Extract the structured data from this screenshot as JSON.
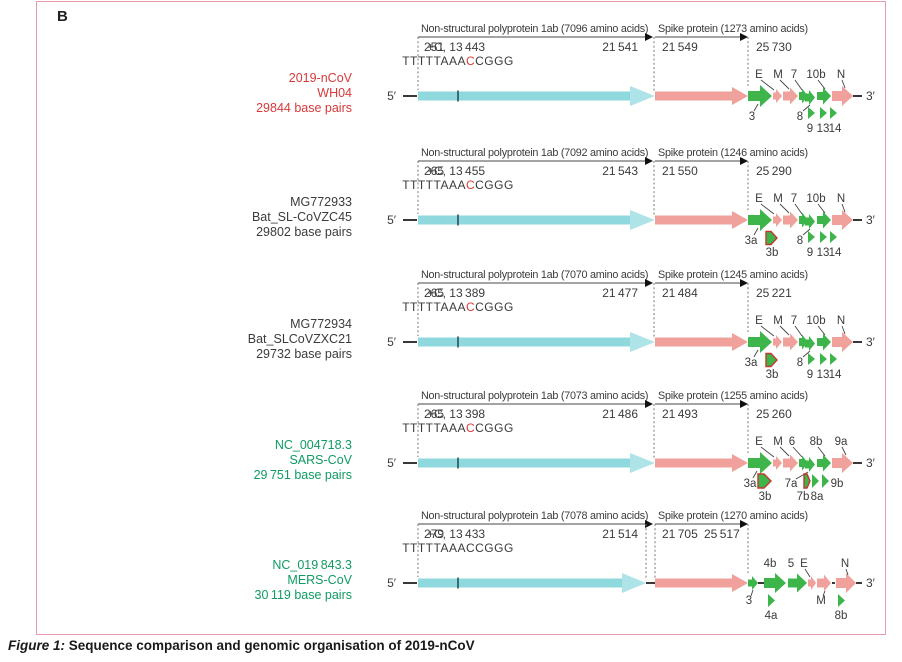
{
  "panel_label": "B",
  "caption": {
    "prefix": "Figure 1:",
    "text": " Sequence comparison and genomic organisation of 2019-nCoV"
  },
  "colors": {
    "red_text": "#d8393b",
    "green_text": "#0f9b62",
    "dark_text": "#3b3b3b",
    "genome_bar_blue": "#8ed8de",
    "spike_pink": "#f0a19b",
    "accessory_green": "#3db54a",
    "red_outline": "#c0392b",
    "border_pink": "#e79cae"
  },
  "rows": [
    {
      "name_lines": [
        "2019-nCoV",
        "WH04",
        "29844 base pairs"
      ],
      "name_color": "#d8393b",
      "five_prime": "5′",
      "three_prime": "3′",
      "nsp_label": "Non-structural polyprotein 1ab (7096 amino acids)",
      "nsp_start": "251",
      "plus_c": "+C, 13 443",
      "seq_before": "TTTTTAAA",
      "seq_red": "C",
      "seq_after": "CGGG",
      "nsp_end": "21 541",
      "spike_label": "Spike protein (1273 amino acids)",
      "spike_start": "21 549",
      "spike_end": "25 730",
      "genes": {
        "g3": "3",
        "E": "E",
        "M": "M",
        "g7": "7",
        "g8": "8",
        "g10b": "10b",
        "N": "N",
        "g9": "9",
        "g13": "13",
        "g14": "14"
      }
    },
    {
      "name_lines": [
        "MG772933",
        "Bat_SL-CoVZC45",
        "29802 base pairs"
      ],
      "name_color": "#3b3b3b",
      "five_prime": "5′",
      "three_prime": "3′",
      "nsp_label": "Non-structural polyprotein 1ab (7092 amino acids)",
      "nsp_start": "265",
      "plus_c": "+C, 13 455",
      "seq_before": "TTTTTAAA",
      "seq_red": "C",
      "seq_after": "CGGG",
      "nsp_end": "21 543",
      "spike_label": "Spike protein (1246 amino acids)",
      "spike_start": "21 550",
      "spike_end": "25 290",
      "genes": {
        "g3a": "3a",
        "g3b": "3b",
        "E": "E",
        "M": "M",
        "g7": "7",
        "g8": "8",
        "g10b": "10b",
        "N": "N",
        "g9": "9",
        "g13": "13",
        "g14": "14"
      }
    },
    {
      "name_lines": [
        "MG772934",
        "Bat_SLCoVZXC21",
        "29732 base pairs"
      ],
      "name_color": "#3b3b3b",
      "five_prime": "5′",
      "three_prime": "3′",
      "nsp_label": "Non-structural polyprotein 1ab (7070 amino acids)",
      "nsp_start": "265",
      "plus_c": "+C, 13 389",
      "seq_before": "TTTTTAAA",
      "seq_red": "C",
      "seq_after": "CGGG",
      "nsp_end": "21 477",
      "spike_label": "Spike protein (1245 amino acids)",
      "spike_start": "21 484",
      "spike_end": "25 221",
      "genes": {
        "g3a": "3a",
        "g3b": "3b",
        "E": "E",
        "M": "M",
        "g7": "7",
        "g8": "8",
        "g10b": "10b",
        "N": "N",
        "g9": "9",
        "g13": "13",
        "g14": "14"
      }
    },
    {
      "name_lines": [
        "NC_004718.3",
        "SARS-CoV",
        "29 751 base pairs"
      ],
      "name_color": "#0f9b62",
      "five_prime": "5′",
      "three_prime": "3′",
      "nsp_label": "Non-structural polyprotein 1ab (7073 amino acids)",
      "nsp_start": "265",
      "plus_c": "+C, 13 398",
      "seq_before": "TTTTTAAA",
      "seq_red": "C",
      "seq_after": "CGGG",
      "nsp_end": "21 486",
      "spike_label": "Spike protein (1255 amino acids)",
      "spike_start": "21 493",
      "spike_end": "25 260",
      "genes": {
        "g3a": "3a",
        "g3b": "3b",
        "E": "E",
        "M": "M",
        "g6": "6",
        "g7a": "7a",
        "g7b": "7b",
        "g8a": "8a",
        "g8b": "8b",
        "g9a": "9a",
        "g9b": "9b"
      }
    },
    {
      "name_lines": [
        "NC_019 843.3",
        "MERS-CoV",
        "30 119 base pairs"
      ],
      "name_color": "#0f9b62",
      "five_prime": "5′",
      "three_prime": "3′",
      "nsp_label": "Non-structural polyprotein 1ab (7078 amino acids)",
      "nsp_start": "279",
      "plus_c": "+C, 13 433",
      "seq_before": "TTTTTAAACCGGG",
      "seq_red": "",
      "seq_after": "",
      "nsp_end": "21 514",
      "spike_label": "Spike protein (1270 amino acids)",
      "spike_start": "21 705",
      "spike_end": "25 517",
      "genes": {
        "g3": "3",
        "g4a": "4a",
        "g4b": "4b",
        "g5": "5",
        "E": "E",
        "M": "M",
        "N": "N",
        "g8b": "8b"
      }
    }
  ]
}
